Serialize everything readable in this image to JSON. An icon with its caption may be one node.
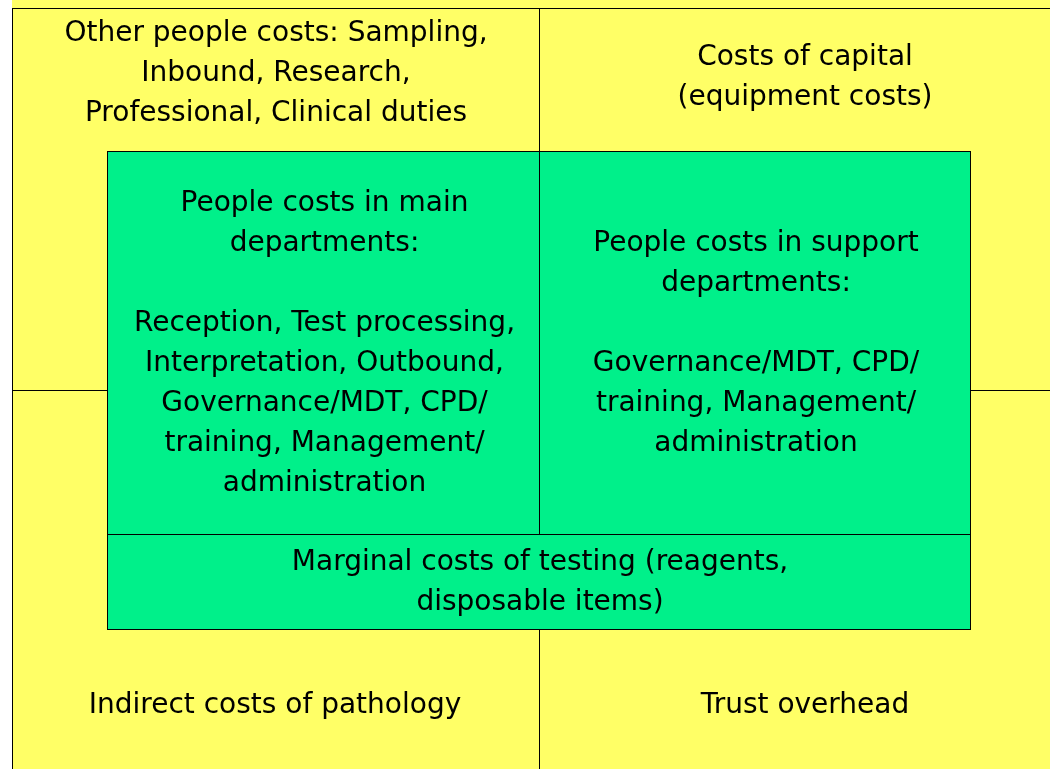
{
  "diagram": {
    "nodes": [
      {
        "text": [
          "Other people costs: Sampling, Inbound, Research, Professional, Clinical duties"
        ]
      },
      {
        "text": [
          "Costs of capital (equipment costs)"
        ]
      },
      {
        "text": [
          "People costs in main departments:",
          "Reception, Test processing, Interpretation, Outbound, Governance/MDT, CPD/ training, Management/ administration"
        ]
      },
      {
        "text": [
          "People costs in support departments:",
          "Governance/MDT, CPD/ training, Management/ administration"
        ]
      },
      {
        "text": [
          "Marginal costs of testing (reagents, disposable items)"
        ]
      },
      {
        "text": [
          "Indirect costs of pathology"
        ]
      },
      {
        "text": [
          "Trust overhead"
        ]
      }
    ]
  }
}
